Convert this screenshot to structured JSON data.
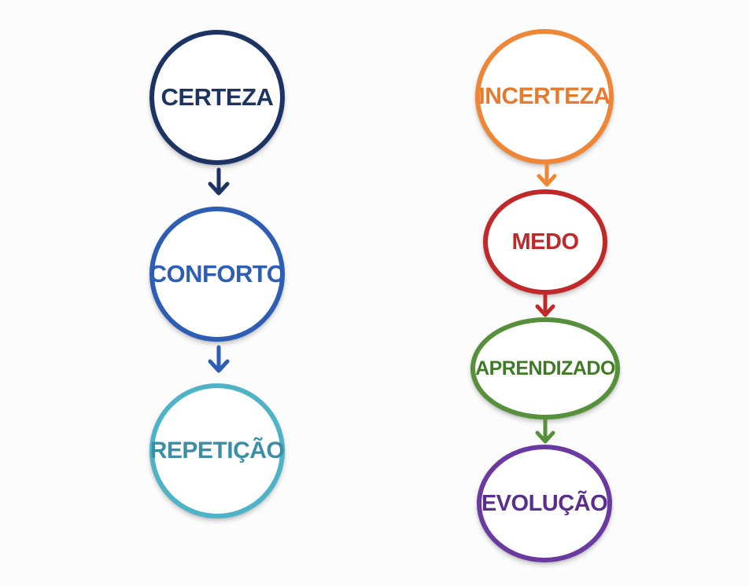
{
  "left_flow": {
    "nodes": [
      {
        "label": "CERTEZA",
        "color": "#1c3364"
      },
      {
        "label": "CONFORTO",
        "color": "#2e5db4"
      },
      {
        "label": "REPETIÇÃO",
        "color": "#3a8fa6",
        "border_color": "#4fb3c7"
      }
    ]
  },
  "right_flow": {
    "nodes": [
      {
        "label": "INCERTEZA",
        "color": "#e67a2e",
        "border_color": "#ee8636"
      },
      {
        "label": "MEDO",
        "color": "#c0282a"
      },
      {
        "label": "APRENDIZADO",
        "color": "#3f7a26",
        "border_color": "#56903a"
      },
      {
        "label": "EVOLUÇÃO",
        "color": "#5a2e8f",
        "border_color": "#6a3aa0"
      }
    ]
  }
}
